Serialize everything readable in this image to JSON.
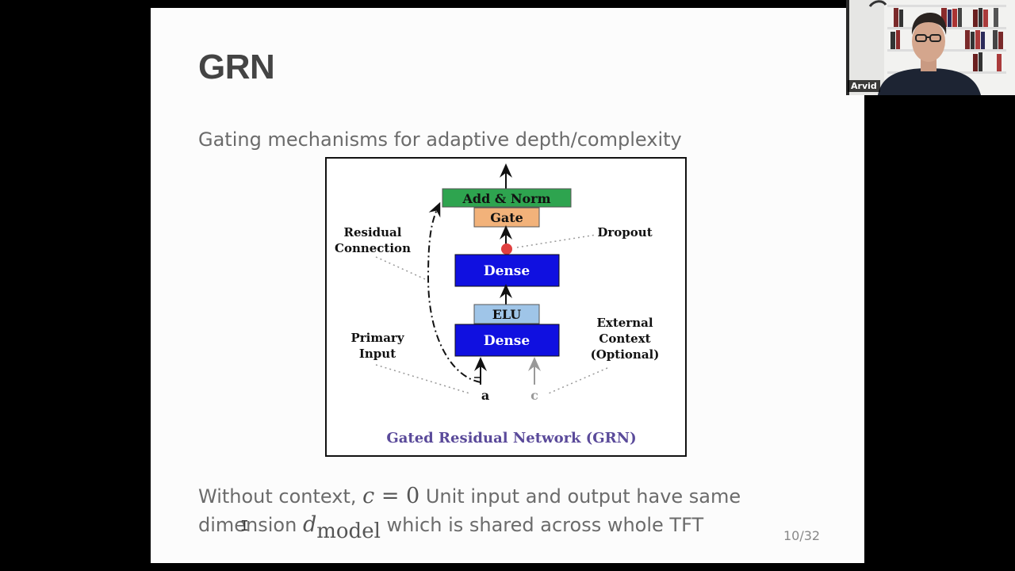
{
  "slide": {
    "title": "GRN",
    "subtitle": "Gating mechanisms for adaptive depth/complexity",
    "bottom": {
      "line1_prefix": "Without context, ",
      "math_c": "c",
      "math_eq": " = 0",
      "line1_suffix": " Unit input and output have same",
      "line2_prefix": "dimension ",
      "math_d": "d",
      "math_sub": "model",
      "line2_suffix": " which is shared across whole TFT"
    },
    "page_number": "10/32"
  },
  "diagram": {
    "add_norm": "Add & Norm",
    "gate": "Gate",
    "dense_top": "Dense",
    "elu": "ELU",
    "dense_bottom": "Dense",
    "dropout": "Dropout",
    "residual_1": "Residual",
    "residual_2": "Connection",
    "primary_1": "Primary",
    "primary_2": "Input",
    "external_1": "External",
    "external_2": "Context",
    "external_3": "(Optional)",
    "input_a": "a",
    "input_c": "c",
    "caption": "Gated Residual Network (GRN)",
    "colors": {
      "add_norm": "#2ea44f",
      "gate": "#f2b27a",
      "dense": "#1010e0",
      "elu": "#9fc5e8",
      "dropout_dot": "#e04040",
      "caption": "#5a4a9a"
    }
  },
  "webcam": {
    "name": "Arvid"
  },
  "cursor_glyph": "I"
}
